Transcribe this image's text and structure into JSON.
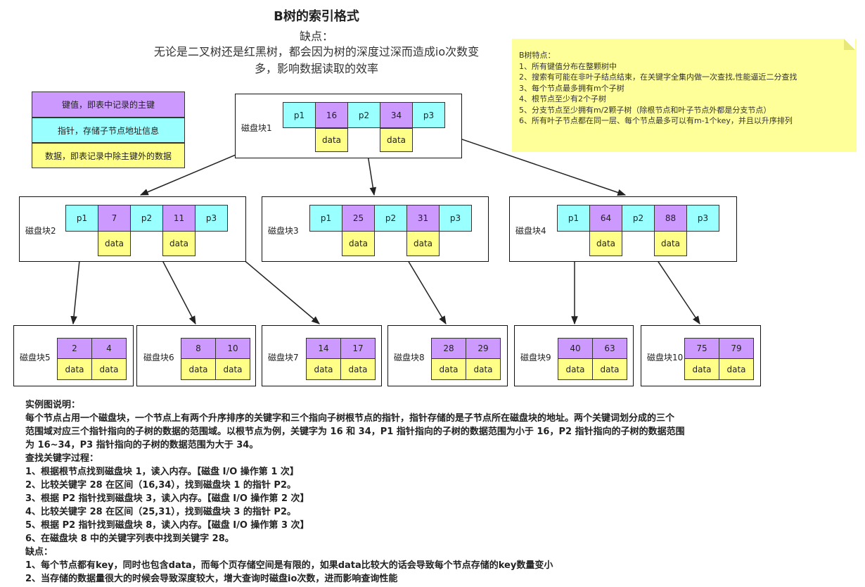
{
  "title": "B树的索引格式",
  "subtitle": {
    "heading": "缺点：",
    "lines": [
      "无论是二叉树还是红黑树，都会因为树的深度过深而造成io次数变",
      "多，影响数据读取的效率"
    ]
  },
  "legend": {
    "key": "键值，即表中记录的主键",
    "pointer": "指针，存储子节点地址信息",
    "data": "数据，即表记录中除主键外的数据"
  },
  "note": {
    "title": "B树特点：",
    "lines": [
      "1、所有键值分布在整颗树中",
      "2、搜索有可能在非叶子结点结束，在关键字全集内做一次查找,性能逼近二分查找",
      "3、每个节点最多拥有m个子树",
      "4、根节点至少有2个子树",
      "5、分支节点至少拥有m/2颗子树（除根节点和叶子节点外都是分支节点）",
      "6、所有叶子节点都在同一层、每个节点最多可以有m-1个key，并且以升序排列"
    ]
  },
  "colors": {
    "key": "#cc99ff",
    "pointer": "#99ffff",
    "data": "#ffff88",
    "note": "#ffff99"
  },
  "labels": {
    "p1": "p1",
    "p2": "p2",
    "p3": "p3",
    "data": "data"
  },
  "blocks": {
    "b1": {
      "label": "磁盘块1",
      "keys": [
        "16",
        "34"
      ]
    },
    "b2": {
      "label": "磁盘块2",
      "keys": [
        "7",
        "11"
      ]
    },
    "b3": {
      "label": "磁盘块3",
      "keys": [
        "25",
        "31"
      ]
    },
    "b4": {
      "label": "磁盘块4",
      "keys": [
        "64",
        "88"
      ]
    },
    "b5": {
      "label": "磁盘块5",
      "keys": [
        "2",
        "4"
      ]
    },
    "b6": {
      "label": "磁盘块6",
      "keys": [
        "8",
        "10"
      ]
    },
    "b7": {
      "label": "磁盘块7",
      "keys": [
        "14",
        "17"
      ]
    },
    "b8": {
      "label": "磁盘块8",
      "keys": [
        "28",
        "29"
      ]
    },
    "b9": {
      "label": "磁盘块9",
      "keys": [
        "40",
        "63"
      ]
    },
    "b10": {
      "label": "磁盘块10",
      "keys": [
        "75",
        "79"
      ]
    }
  },
  "explanation": [
    "实例图说明：",
    "每个节点占用一个磁盘块，一个节点上有两个升序排序的关键字和三个指向子树根节点的指针，指针存储的是子节点所在磁盘块的地址。两个关键词划分成的三个",
    "范围域对应三个指针指向的子树的数据的范围域。以根节点为例，关键字为 16 和 34，P1 指针指向的子树的数据范围为小于 16，P2 指针指向的子树的数据范围",
    "为 16~34，P3 指针指向的子树的数据范围为大于 34。",
    "查找关键字过程：",
    "1、根据根节点找到磁盘块 1，读入内存。【磁盘 I/O 操作第 1 次】",
    "2、比较关键字 28 在区间（16,34），找到磁盘块 1 的指针 P2。",
    "3、根据 P2 指针找到磁盘块 3，读入内存。【磁盘 I/O 操作第 2 次】",
    "4、比较关键字 28 在区间（25,31），找到磁盘块 3 的指针 P2。",
    "5、根据 P2 指针找到磁盘块 8，读入内存。【磁盘 I/O 操作第 3 次】",
    "6、在磁盘块 8 中的关键字列表中找到关键字 28。",
    "缺点：",
    "1、每个节点都有key，同时也包含data，而每个页存储空间是有限的，如果data比较大的话会导致每个节点存储的key数量变小",
    "2、当存储的数据量很大的时候会导致深度较大，增大查询时磁盘io次数，进而影响查询性能"
  ]
}
